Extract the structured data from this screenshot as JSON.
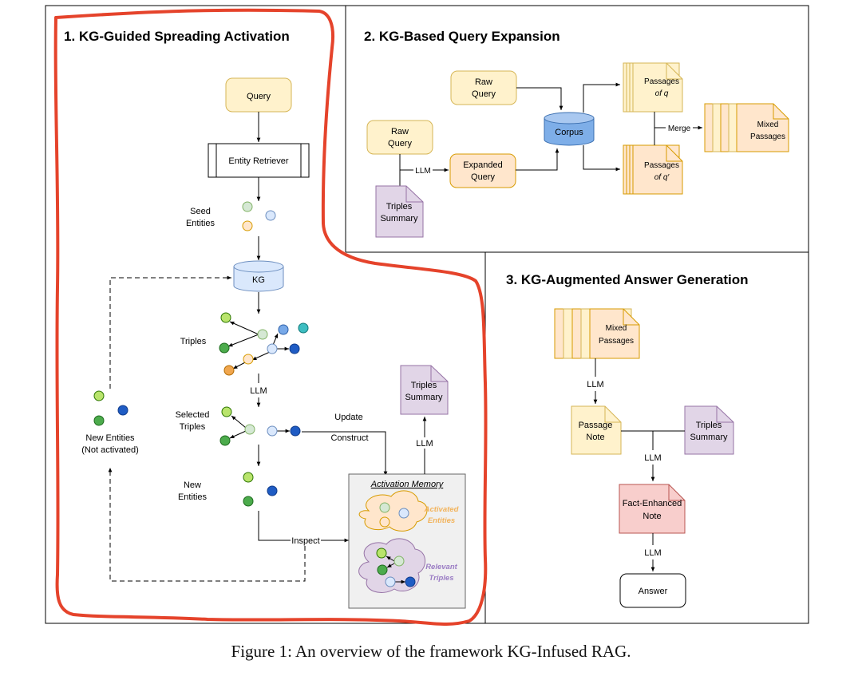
{
  "panels": {
    "p1": {
      "title": "1. KG-Guided Spreading Activation"
    },
    "p2": {
      "title": "2. KG-Based Query Expansion"
    },
    "p3": {
      "title": "3. KG-Augmented Answer Generation"
    }
  },
  "p1": {
    "query": "Query",
    "entity_retriever": "Entity Retriever",
    "seed_entities": [
      "Seed",
      "Entities"
    ],
    "kg": "KG",
    "triples": "Triples",
    "llm": "LLM",
    "selected_triples": [
      "Selected",
      "Triples"
    ],
    "new_entities": [
      "New",
      "Entities"
    ],
    "new_entities_left": [
      "New Entities",
      "(Not activated)"
    ],
    "update": "Update",
    "construct": "Construct",
    "inspect": "Inspect",
    "llm_up": "LLM",
    "triples_summary": [
      "Triples",
      "Summary"
    ],
    "activation_memory": "Activation Memory",
    "activated_entities": [
      "Activated",
      "Entities"
    ],
    "relevant_triples": [
      "Relevant",
      "Triples"
    ]
  },
  "p2": {
    "raw_query_top": [
      "Raw",
      "Query"
    ],
    "raw_query_left": [
      "Raw",
      "Query"
    ],
    "llm": "LLM",
    "expanded_query": [
      "Expanded",
      "Query"
    ],
    "triples_summary": [
      "Triples",
      "Summary"
    ],
    "corpus": "Corpus",
    "passages_q": [
      "Passages",
      "of q"
    ],
    "passages_q2": [
      "Passages",
      "of q′"
    ],
    "merge": "Merge",
    "mixed_passages": [
      "Mixed",
      "Passages"
    ]
  },
  "p3": {
    "mixed_passages": [
      "Mixed",
      "Passages"
    ],
    "llm1": "LLM",
    "passage_note": [
      "Passage",
      "Note"
    ],
    "triples_summary": [
      "Triples",
      "Summary"
    ],
    "llm2": "LLM",
    "fact_enhanced_note": [
      "Fact-Enhanced",
      "Note"
    ],
    "llm3": "LLM",
    "answer": "Answer"
  },
  "caption": "Figure 1: An overview of the framework KG-Infused RAG.",
  "colors": {
    "yellow_fill": "#fff2cc",
    "yellow_stroke": "#d6b656",
    "orange_fill": "#ffe6cc",
    "orange_stroke": "#d79b00",
    "purple_fill": "#e1d5e7",
    "purple_stroke": "#9673a6",
    "blue_fill": "#dae8fc",
    "blue_stroke": "#6c8ebf",
    "red_fill": "#f8cecc",
    "red_stroke": "#b85450",
    "highlight": "#e5432b"
  }
}
